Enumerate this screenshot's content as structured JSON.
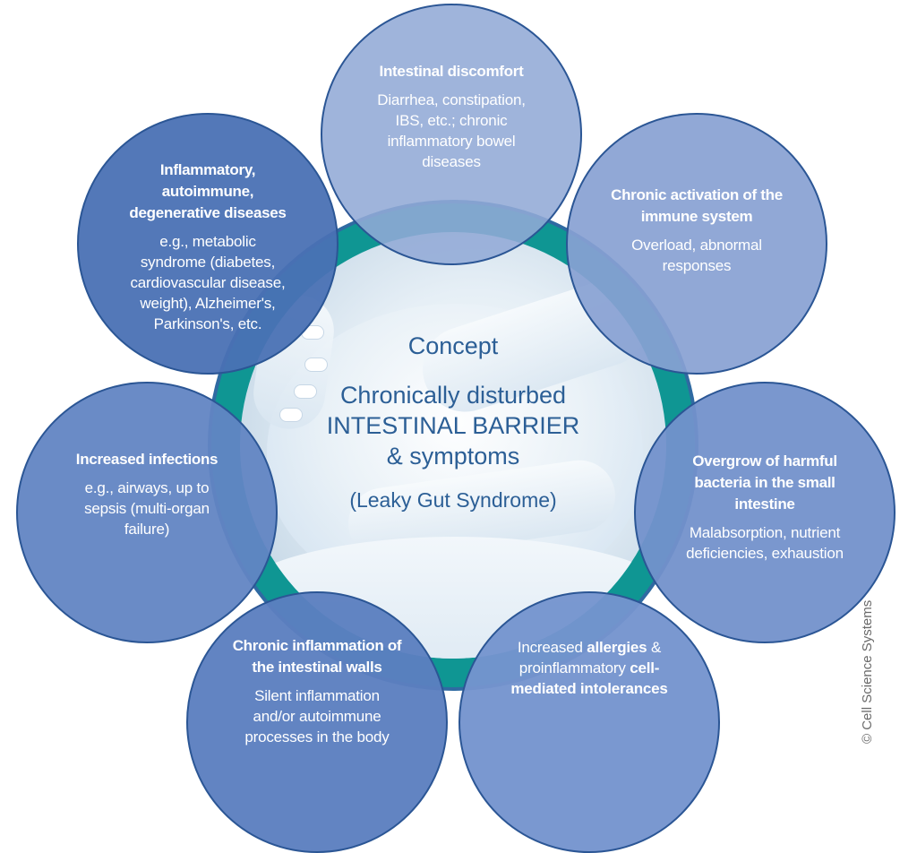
{
  "center": {
    "concept": "Concept",
    "title_line1": "Chronically disturbed",
    "title_line2": "INTESTINAL BARRIER",
    "title_line3": "& symptoms",
    "subtitle": "(Leaky Gut Syndrome)"
  },
  "symptoms": {
    "intestinal_discomfort": {
      "heading": "Intestinal discomfort",
      "body": [
        "Diarrhea, constipation,",
        "IBS, etc.; chronic",
        "inflammatory bowel",
        "diseases"
      ]
    },
    "immune_activation": {
      "heading": [
        "Chronic activation of the",
        "immune system"
      ],
      "body": [
        "Overload, abnormal",
        "responses"
      ]
    },
    "bacterial_overgrowth": {
      "heading": [
        "Overgrow of harmful",
        "bacteria in the small",
        "intestine"
      ],
      "body": [
        "Malabsorption, nutrient",
        "deficiencies, exhaustion"
      ]
    },
    "allergies": {
      "line1_pre": "Increased ",
      "line1_bold": "allergies",
      "line1_post": " &",
      "line2_pre": "proinflammatory ",
      "line2_bold": "cell-",
      "line3_bold": "mediated intolerances"
    },
    "intestinal_wall_inflammation": {
      "heading": [
        "Chronic inflammation of",
        "the intestinal walls"
      ],
      "body": [
        "Silent inflammation",
        "and/or autoimmune",
        "processes in the body"
      ]
    },
    "infections": {
      "heading": "Increased infections",
      "body": [
        "e.g., airways, up to",
        "sepsis (multi-organ",
        "failure)"
      ]
    },
    "degenerative_diseases": {
      "heading": [
        "Inflammatory,",
        "autoimmune,",
        "degenerative diseases"
      ],
      "body": [
        "e.g., metabolic",
        "syndrome (diabetes,",
        "cardiovascular disease,",
        "weight), Alzheimer's,",
        "Parkinson's, etc."
      ]
    }
  },
  "copyright": "© Cell Science Systems",
  "colors": {
    "ring_dark": "#2f6aa2",
    "ring_teal": "#0f9693",
    "center_text": "#2c5f96",
    "circle_fill": "#5f82c2"
  }
}
